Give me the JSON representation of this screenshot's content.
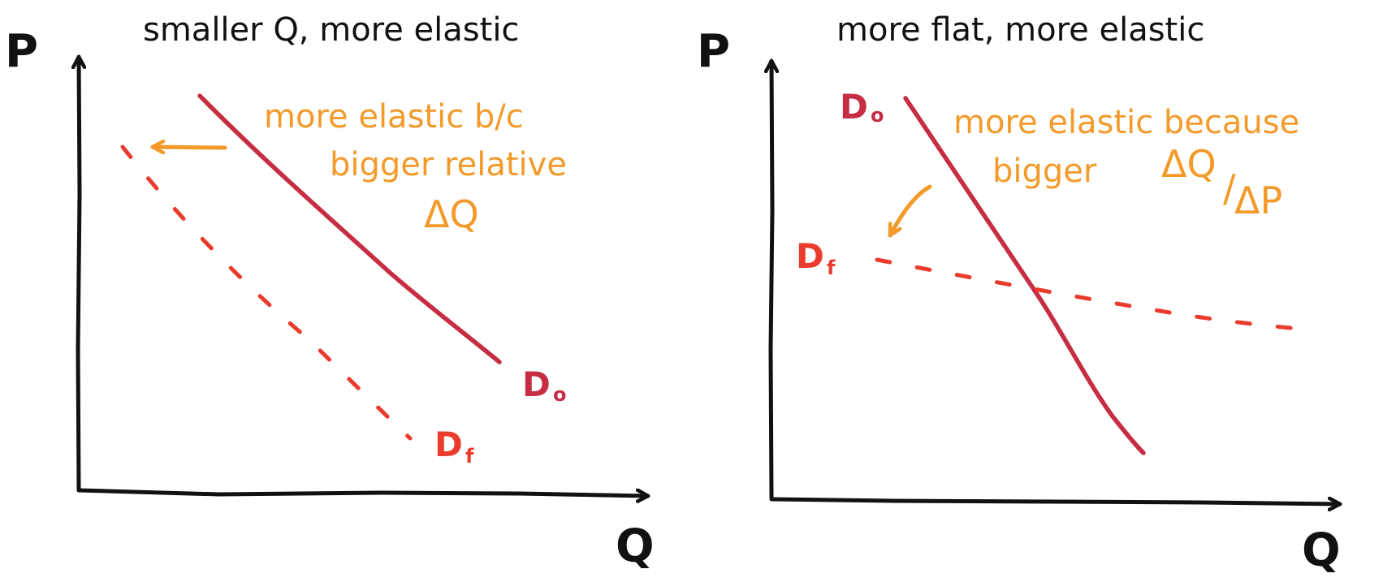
{
  "colors": {
    "ink": "#111111",
    "d0": "#c62d43",
    "df": "#ea3b2c",
    "note": "#f39a2a"
  },
  "left_panel": {
    "title": "smaller Q, more elastic",
    "axis_y": "P",
    "axis_x": "Q",
    "note_lines": [
      "more elastic b/c",
      "bigger relative",
      "ΔQ"
    ],
    "d0_main": "D",
    "d0_sub": "o",
    "df_main": "D",
    "df_sub": "f"
  },
  "right_panel": {
    "title": "more flat, more elastic",
    "axis_y": "P",
    "axis_x": "Q",
    "note_line_1": "more elastic because",
    "note_line_2": "bigger",
    "delta_q": "ΔQ",
    "slash": "/",
    "delta_p": "ΔP",
    "d0_main": "D",
    "d0_sub": "o",
    "df_main": "D",
    "df_sub": "f"
  }
}
